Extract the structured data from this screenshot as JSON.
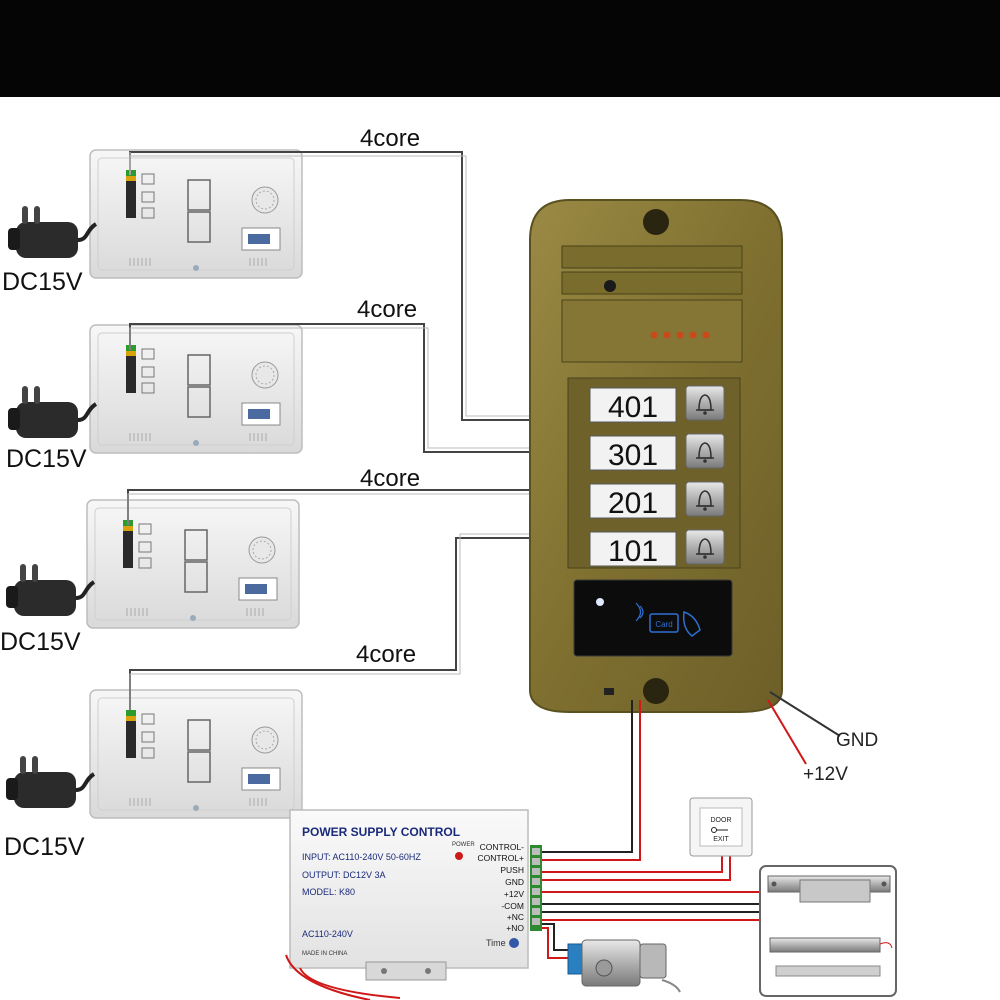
{
  "monitors": [
    {
      "power_label": "DC15V",
      "cable_label": "4core"
    },
    {
      "power_label": "DC15V",
      "cable_label": "4core"
    },
    {
      "power_label": "DC15V",
      "cable_label": "4core"
    },
    {
      "power_label": "DC15V",
      "cable_label": "4core"
    }
  ],
  "door_station": {
    "apartments": [
      "401",
      "301",
      "201",
      "101"
    ],
    "card_reader_text": "Card",
    "color": "#8a7a35"
  },
  "wires": {
    "gnd_label": "GND",
    "plus12_label": "+12V"
  },
  "power_supply": {
    "title": "POWER SUPPLY CONTROL",
    "input": "INPUT: AC110-240V  50-60HZ",
    "output": "OUTPUT: DC12V  3A",
    "model": "MODEL: K80",
    "ac": "AC110-240V",
    "made_in": "MADE IN CHINA",
    "power_led": "POWER",
    "time_label": "Time",
    "terminals": [
      "CONTROL-",
      "CONTROL+",
      "PUSH",
      "GND",
      "+12V",
      "-COM",
      "+NC",
      "+NO"
    ]
  },
  "exit_button": {
    "line1": "DOOR",
    "line2": "EXIT"
  }
}
